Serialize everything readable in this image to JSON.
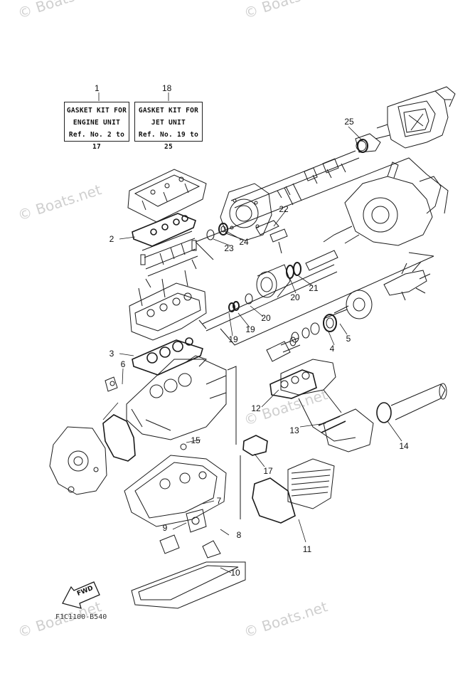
{
  "watermark": {
    "text": "© Boats.net",
    "text_short": "© Boats"
  },
  "kits": [
    {
      "number": "1",
      "lines": [
        "GASKET KIT FOR",
        "ENGINE UNIT",
        "Ref. No. 2 to 17"
      ]
    },
    {
      "number": "18",
      "lines": [
        "GASKET KIT FOR",
        "JET UNIT",
        "Ref. No. 19 to 25"
      ]
    }
  ],
  "callouts": [
    "2",
    "3",
    "4",
    "5",
    "6",
    "7",
    "8",
    "9",
    "10",
    "11",
    "12",
    "13",
    "14",
    "15",
    "17",
    "19",
    "19",
    "20",
    "20",
    "21",
    "22",
    "23",
    "24",
    "25"
  ],
  "fwd_label": "FWD",
  "diagram_code": "F1C1100-B540",
  "colors": {
    "line": "#1a1a1a",
    "watermark": "#cfcfcf",
    "background": "#ffffff"
  }
}
